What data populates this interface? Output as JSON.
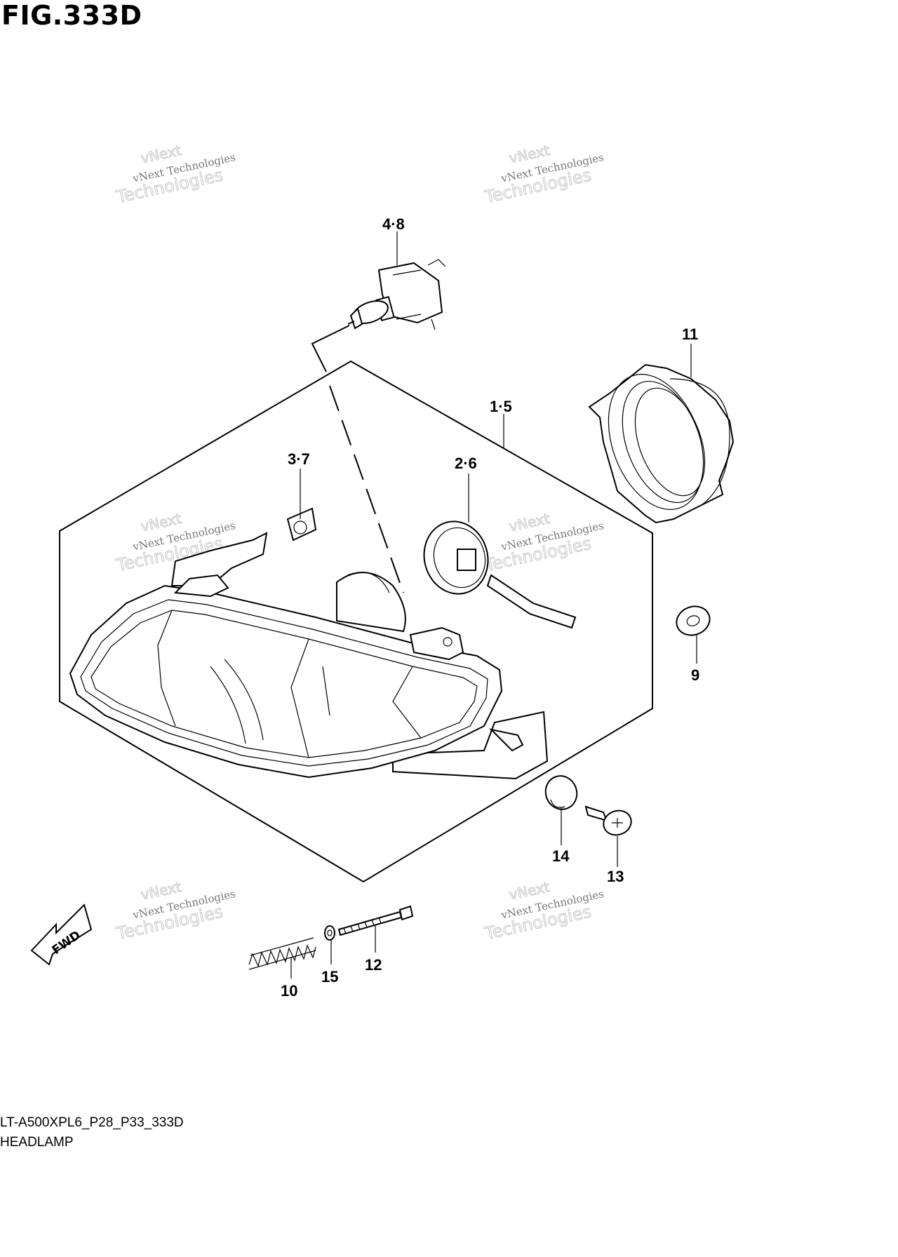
{
  "figure": {
    "title": "FIG.333D",
    "code": "LT-A500XPL6_P28_P33_333D",
    "name": "HEADLAMP"
  },
  "fwd_label": "FWD",
  "watermark": {
    "line1": "vNext",
    "line2": "vNext Technologies",
    "line3": "Technologies"
  },
  "callouts": [
    "4·8",
    "11",
    "1·5",
    "3·7",
    "2·6",
    "9",
    "14",
    "13",
    "10",
    "15",
    "12"
  ]
}
